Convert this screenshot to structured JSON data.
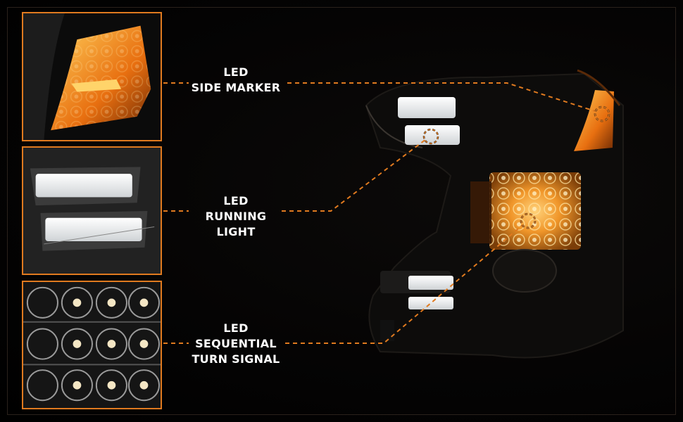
{
  "colors": {
    "accent": "#e07a1f",
    "amber": "#ffb43a",
    "background": "#000000"
  },
  "features": [
    {
      "lines": [
        "LED",
        "SIDE MARKER"
      ]
    },
    {
      "lines": [
        "LED",
        "RUNNING",
        "LIGHT"
      ]
    },
    {
      "lines": [
        "LED",
        "SEQUENTIAL",
        "TURN SIGNAL"
      ]
    }
  ]
}
